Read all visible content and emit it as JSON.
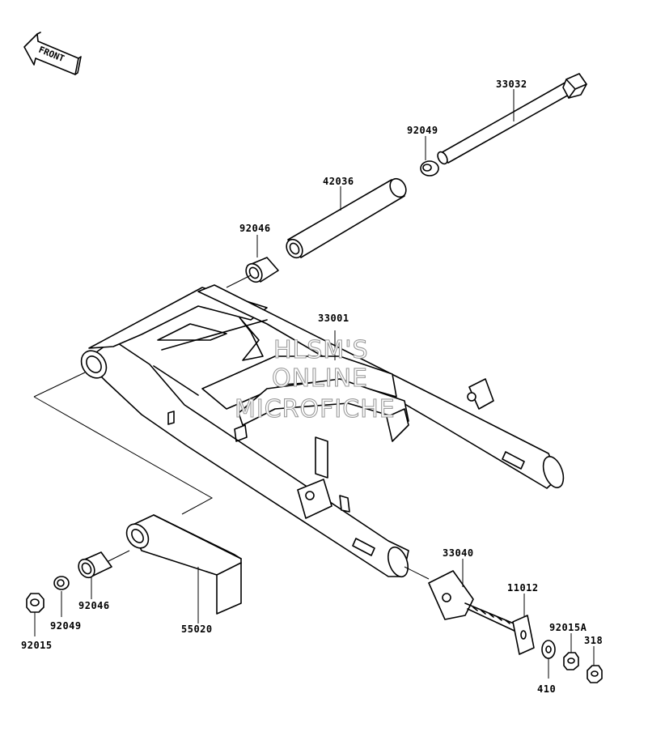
{
  "diagram": {
    "front_label": "FRONT",
    "parts": [
      {
        "id": "33032",
        "label": "33032"
      },
      {
        "id": "92049-top",
        "label": "92049"
      },
      {
        "id": "42036",
        "label": "42036"
      },
      {
        "id": "92046-top",
        "label": "92046"
      },
      {
        "id": "33001",
        "label": "33001"
      },
      {
        "id": "33040",
        "label": "33040"
      },
      {
        "id": "11012",
        "label": "11012"
      },
      {
        "id": "92015A",
        "label": "92015A"
      },
      {
        "id": "318",
        "label": "318"
      },
      {
        "id": "410",
        "label": "410"
      },
      {
        "id": "55020",
        "label": "55020"
      },
      {
        "id": "92046-bottom",
        "label": "92046"
      },
      {
        "id": "92049-bottom",
        "label": "92049"
      },
      {
        "id": "92015",
        "label": "92015"
      }
    ],
    "watermark": [
      "HLSM'S",
      "ONLINE",
      "MICROFICHE"
    ]
  }
}
